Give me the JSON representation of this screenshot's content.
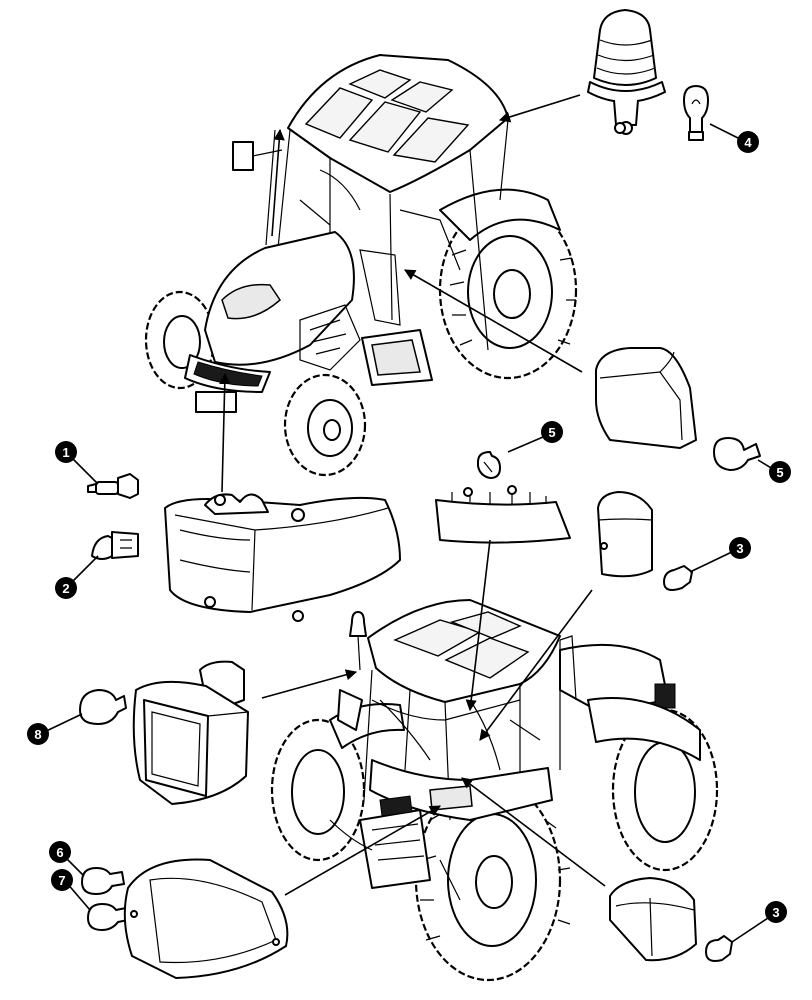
{
  "callouts": [
    {
      "key": "c1",
      "label": "1"
    },
    {
      "key": "c2",
      "label": "2"
    },
    {
      "key": "c3a",
      "label": "3"
    },
    {
      "key": "c3b",
      "label": "3"
    },
    {
      "key": "c4",
      "label": "4"
    },
    {
      "key": "c5a",
      "label": "5"
    },
    {
      "key": "c5b",
      "label": "5"
    },
    {
      "key": "c6",
      "label": "6"
    },
    {
      "key": "c7",
      "label": "7"
    },
    {
      "key": "c8",
      "label": "8"
    }
  ],
  "colors": {
    "line": "#000000",
    "background": "#ffffff",
    "badge": "#000000",
    "badge_text": "#ffffff"
  }
}
